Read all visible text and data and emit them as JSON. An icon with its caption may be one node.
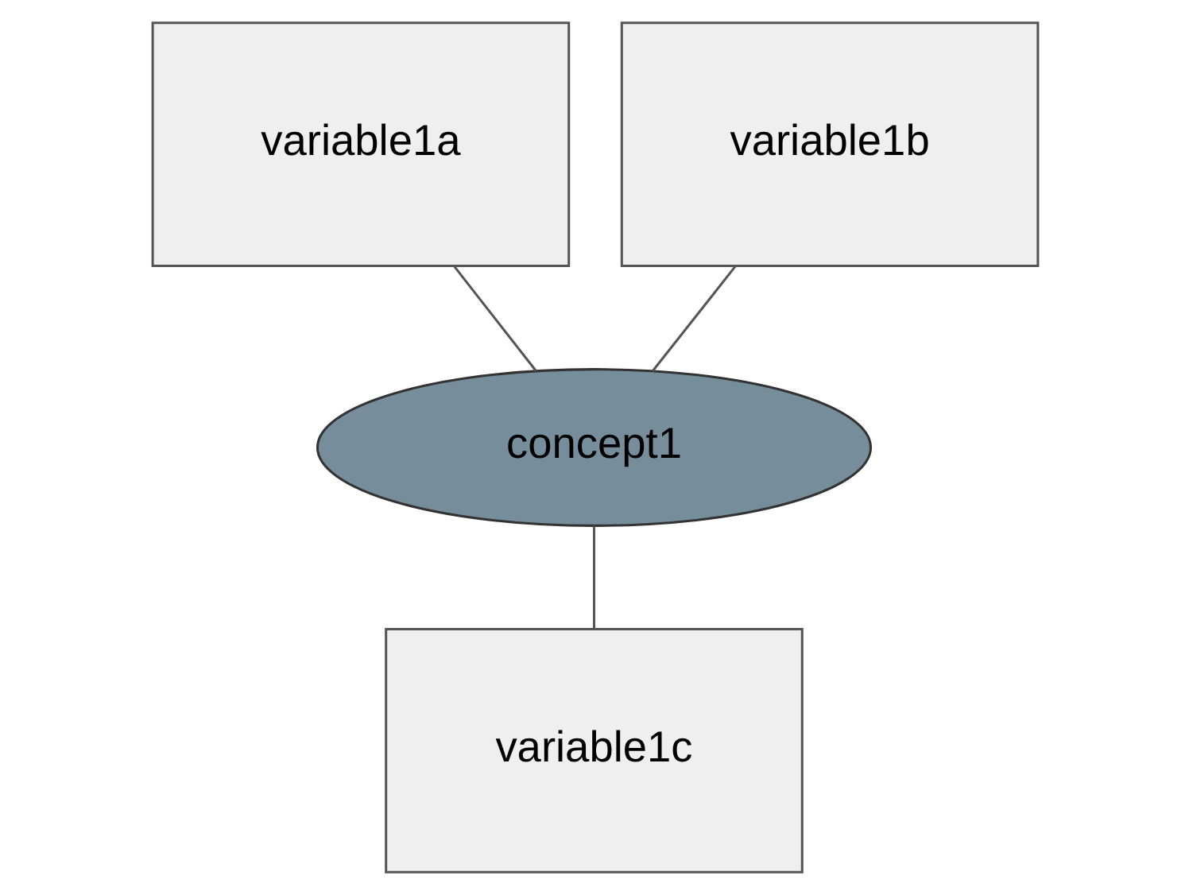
{
  "diagram": {
    "nodes": [
      {
        "text": [
          "variable1a"
        ]
      },
      {
        "text": [
          "variable1b"
        ]
      },
      {
        "text": [
          "concept1"
        ]
      },
      {
        "text": [
          "variable1c"
        ]
      }
    ],
    "edges": [
      {
        "from": 0,
        "to": 2,
        "arrow": "none"
      },
      {
        "from": 1,
        "to": 2,
        "arrow": "none"
      },
      {
        "from": 2,
        "to": 3,
        "arrow": "none"
      }
    ]
  }
}
